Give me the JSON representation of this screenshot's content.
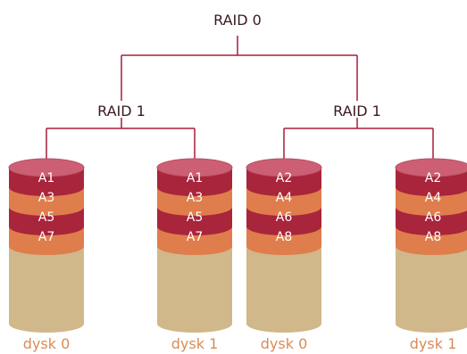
{
  "colors": {
    "connector": "#a51d3a",
    "cap": "#cc5f74",
    "capStroke": "#b94d62",
    "blockRed": "#a8253c",
    "blockOrange": "#df7d4c",
    "diskBody": "#d0b88a",
    "diskShadow": "#bfa474",
    "labelText": "#d98b57"
  },
  "raid0": {
    "label": "RAID 0"
  },
  "groups": [
    {
      "label": "RAID 1"
    },
    {
      "label": "RAID 1"
    }
  ],
  "disks": [
    {
      "label": "dysk 0",
      "blocks": [
        "A1",
        "A3",
        "A5",
        "A7"
      ]
    },
    {
      "label": "dysk 1",
      "blocks": [
        "A1",
        "A3",
        "A5",
        "A7"
      ]
    },
    {
      "label": "dysk 0",
      "blocks": [
        "A2",
        "A4",
        "A6",
        "A8"
      ]
    },
    {
      "label": "dysk 1",
      "blocks": [
        "A2",
        "A4",
        "A6",
        "A8"
      ]
    }
  ]
}
